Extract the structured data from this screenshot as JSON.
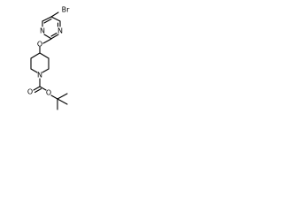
{
  "structure": {
    "atoms": {
      "bromine": "Br",
      "ring_nitrogen_top": "N",
      "ring_nitrogen_bottom": "N",
      "ether_oxygen": "O",
      "piperidine_nitrogen": "N",
      "carbonyl_oxygen": "O",
      "ester_oxygen": "O"
    }
  }
}
